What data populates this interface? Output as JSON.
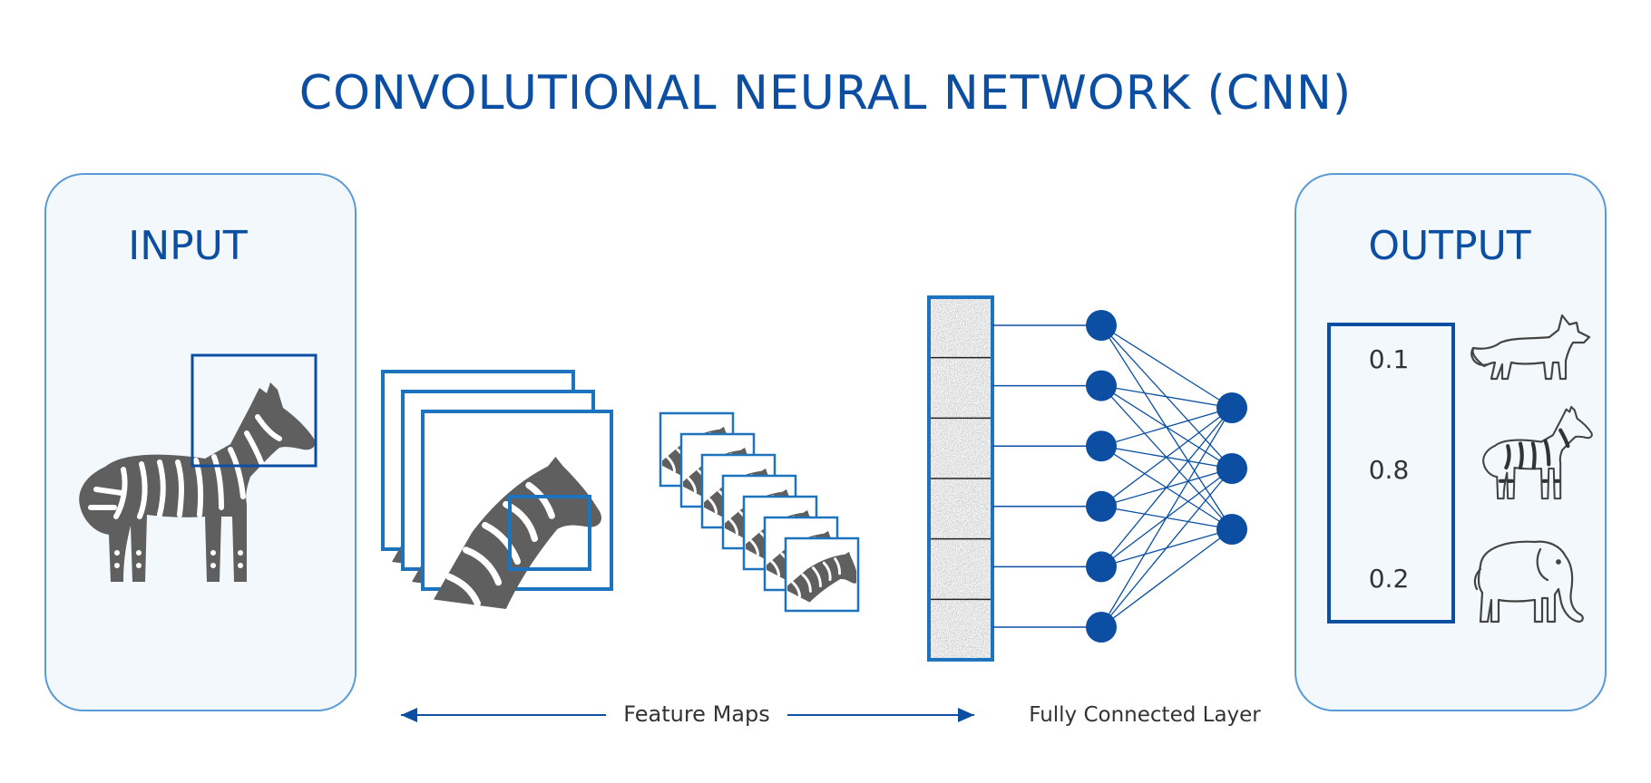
{
  "title": "CONVOLUTIONAL NEURAL NETWORK (CNN)",
  "input": {
    "label": "INPUT",
    "image_icon": "zebra-icon"
  },
  "feature_maps": {
    "label": "Feature Maps"
  },
  "fully_connected": {
    "label": "Fully Connected Layer"
  },
  "output": {
    "label": "OUTPUT",
    "scores": [
      {
        "value": "0.1",
        "icon": "fox-icon"
      },
      {
        "value": "0.8",
        "icon": "zebra-icon"
      },
      {
        "value": "0.2",
        "icon": "elephant-icon"
      }
    ]
  },
  "colors": {
    "primary": "#0b4ea2",
    "accent": "#1e73be",
    "panel_fill": "#f3f8fd",
    "panel_stroke": "#5b9bd5",
    "glyph": "#5f5f5f",
    "text": "#333333"
  }
}
